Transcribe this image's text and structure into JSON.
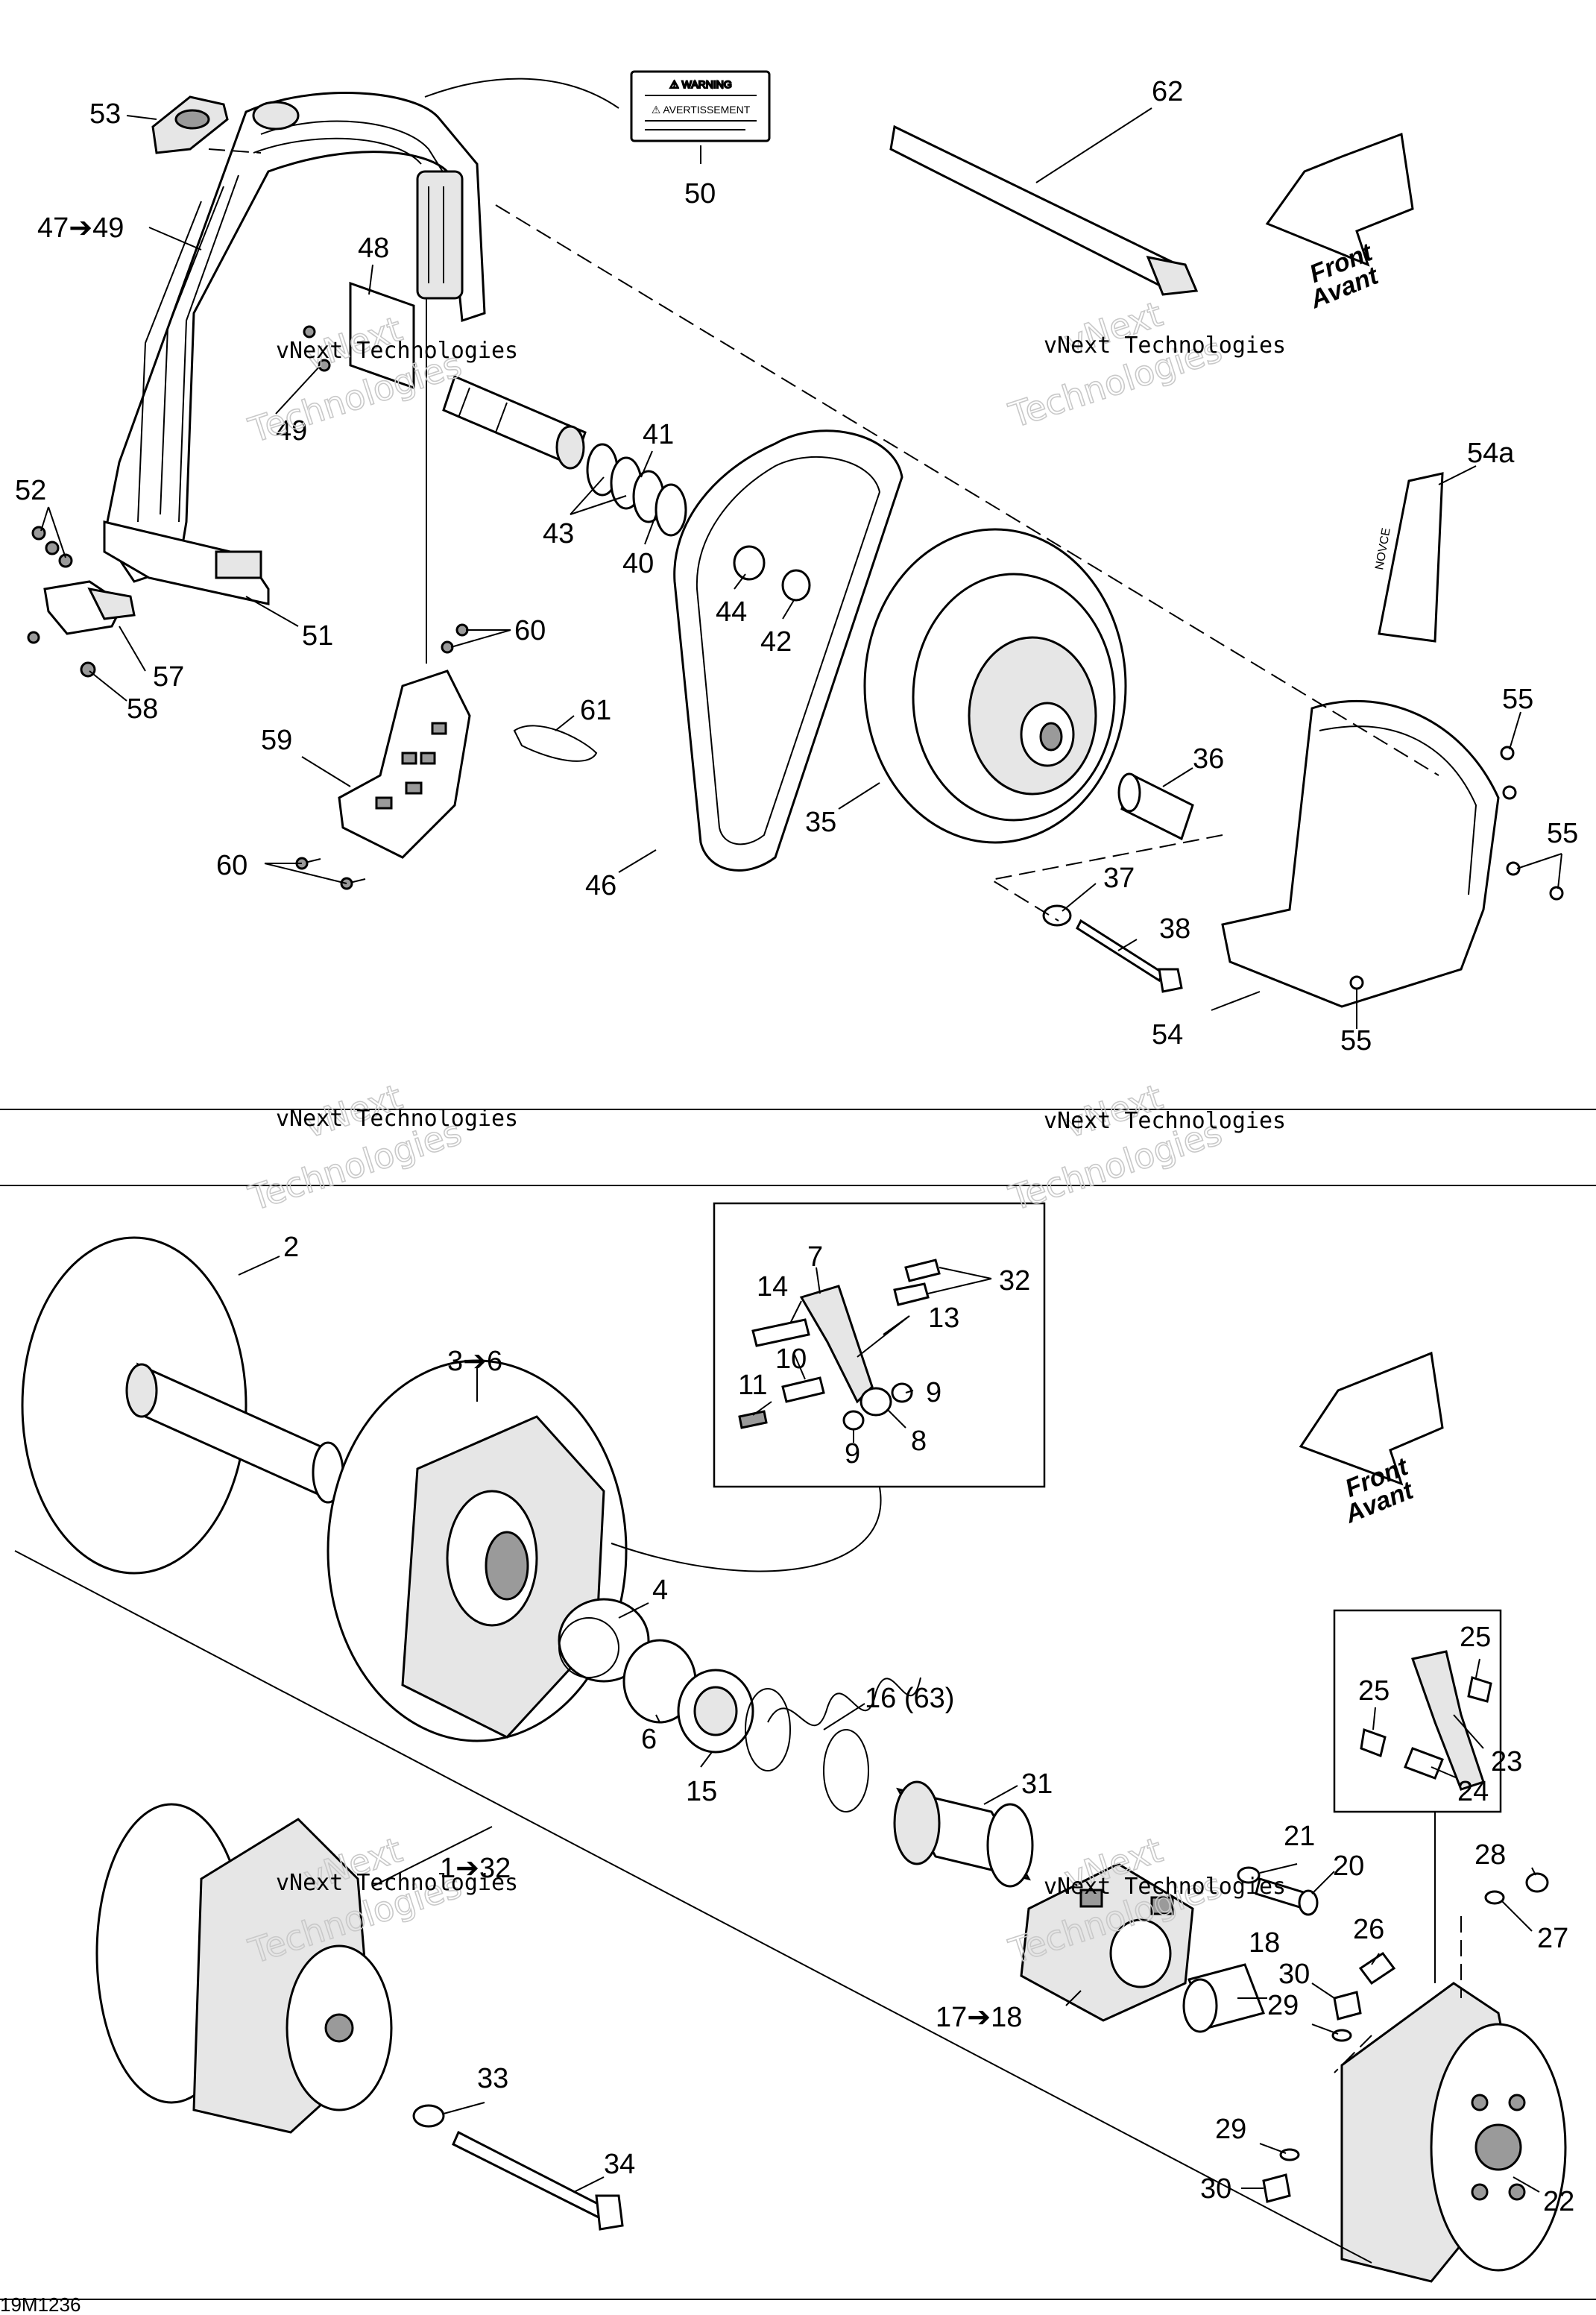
{
  "diagram_id": "19M1236",
  "watermark": {
    "line1": "vNext",
    "line2": "Technologies",
    "caption": "vNext Technologies"
  },
  "direction_arrow": {
    "line1": "Front",
    "line2": "Avant"
  },
  "label_decal": {
    "line1": "⚠ WARNING",
    "line2": "⚠ AVERTISSEMENT"
  },
  "tool_text": "NOVCE",
  "callouts": {
    "c53": "53",
    "c47_49": "47➔49",
    "c48": "48",
    "c49": "49",
    "c50": "50",
    "c62": "62",
    "c52": "52",
    "c51": "51",
    "c57": "57",
    "c58": "58",
    "c41": "41",
    "c43": "43",
    "c40": "40",
    "c44": "44",
    "c42": "42",
    "c60a": "60",
    "c61": "61",
    "c59": "59",
    "c60b": "60",
    "c54a": "54a",
    "c55a": "55",
    "c55b": "55",
    "c55c": "55",
    "c36": "36",
    "c35": "35",
    "c46": "46",
    "c37": "37",
    "c38": "38",
    "c54": "54",
    "c2": "2",
    "c3_6": "3➔6",
    "c7": "7",
    "c32": "32",
    "c14": "14",
    "c13": "13",
    "c10": "10",
    "c11": "11",
    "c9a": "9",
    "c9b": "9",
    "c8": "8",
    "c4": "4",
    "c6": "6",
    "c15": "15",
    "c16": "16 (63)",
    "c31": "31",
    "c25a": "25",
    "c25b": "25",
    "c23": "23",
    "c24": "24",
    "c21": "21",
    "c20": "20",
    "c28": "28",
    "c27": "27",
    "c1_32": "1➔32",
    "c26": "26",
    "c18": "18",
    "c17_18": "17➔18",
    "c30a": "30",
    "c29a": "29",
    "c33": "33",
    "c34": "34",
    "c29b": "29",
    "c30b": "30",
    "c22": "22"
  }
}
